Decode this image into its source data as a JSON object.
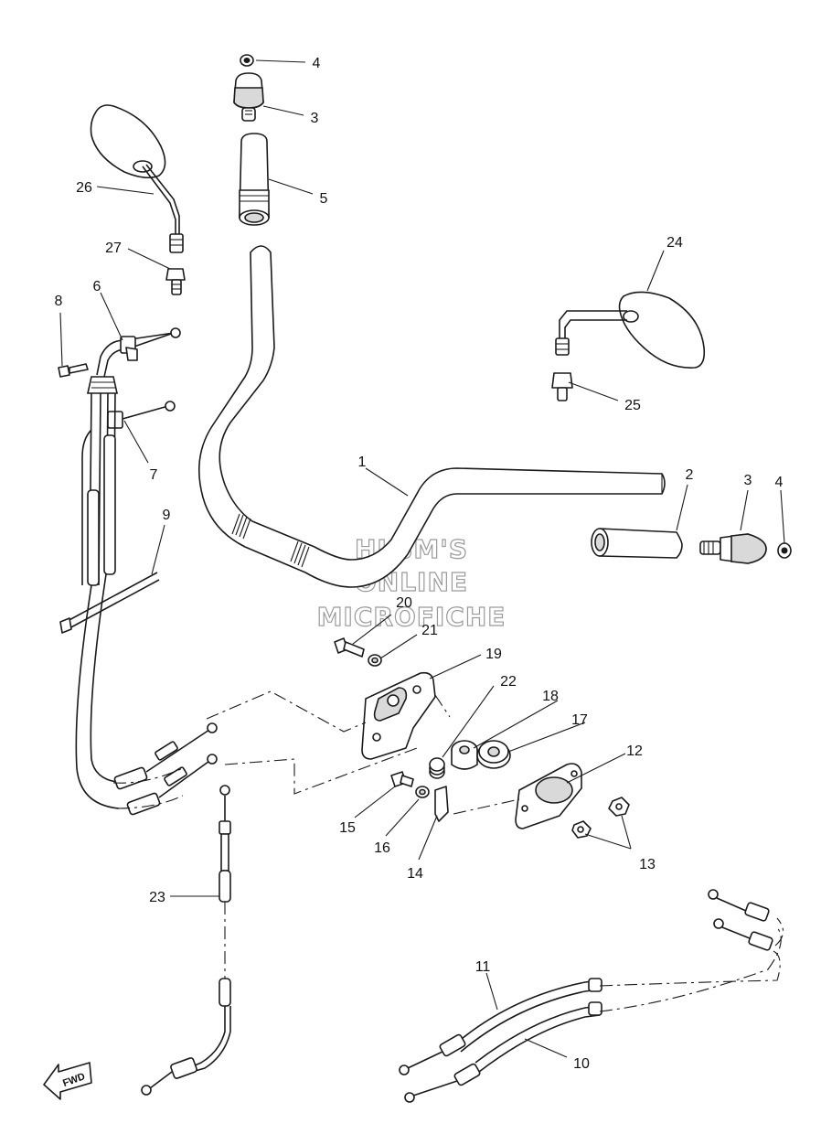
{
  "watermark": {
    "line1": "HLSM'S",
    "line2": "ONLINE",
    "line3": "MICROFICHE"
  },
  "direction_marker": "FWD",
  "callouts": {
    "p1": "1",
    "p2": "2",
    "p3a": "3",
    "p3b": "3",
    "p4a": "4",
    "p4b": "4",
    "p5": "5",
    "p6": "6",
    "p7": "7",
    "p8": "8",
    "p9": "9",
    "p10": "10",
    "p11": "11",
    "p12": "12",
    "p13": "13",
    "p14": "14",
    "p15": "15",
    "p16": "16",
    "p17": "17",
    "p18": "18",
    "p19": "19",
    "p20": "20",
    "p21": "21",
    "p22": "22",
    "p23": "23",
    "p24": "24",
    "p25": "25",
    "p26": "26",
    "p27": "27"
  }
}
